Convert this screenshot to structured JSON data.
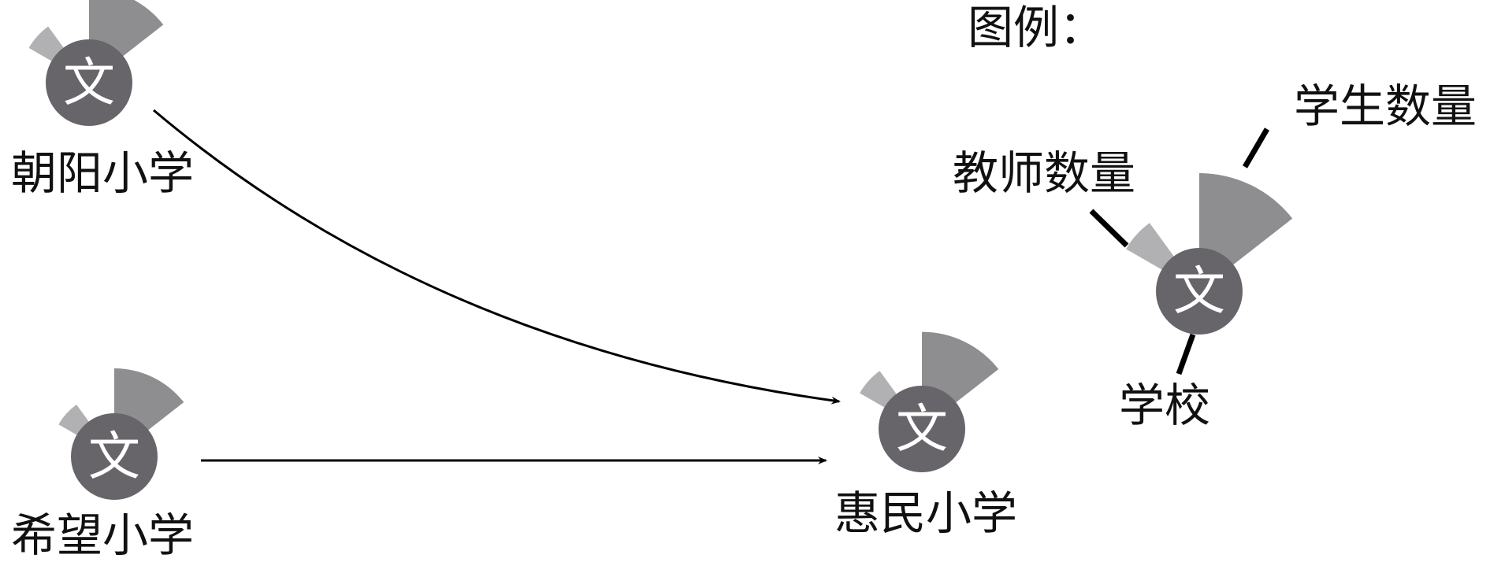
{
  "colors": {
    "school_circle": "#67656a",
    "teacher_sector": "#b1b0b3",
    "student_sector": "#8e8d90",
    "line": "#000000"
  },
  "school_glyph": "文",
  "schools": {
    "chaoyang": {
      "name": "朝阳小学",
      "teachers_relative": 0.35,
      "students_relative": 0.68
    },
    "xiwang": {
      "name": "希望小学",
      "teachers_relative": 0.28,
      "students_relative": 0.6
    },
    "huimin": {
      "name": "惠民小学",
      "teachers_relative": 0.38,
      "students_relative": 0.72
    }
  },
  "flows": [
    {
      "from": "朝阳小学",
      "to": "惠民小学"
    },
    {
      "from": "希望小学",
      "to": "惠民小学"
    }
  ],
  "legend": {
    "title": "图例：",
    "teachers_label": "教师数量",
    "students_label": "学生数量",
    "school_label": "学校",
    "teachers_relative": 0.55,
    "students_relative": 1.0
  }
}
